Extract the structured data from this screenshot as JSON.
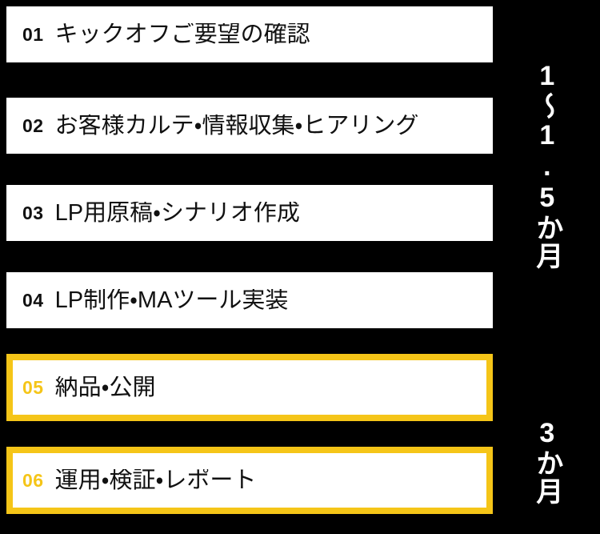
{
  "meta": {
    "background_color": "#000000",
    "card_color": "#ffffff",
    "accent_color": "#f5c518",
    "text_color": "#111111",
    "label_text_color": "#ffffff"
  },
  "steps": [
    {
      "number": "01",
      "title": "キックオフご要望の確認",
      "highlight": false
    },
    {
      "number": "02",
      "title": "お客様カルテ・情報収集・ヒアリング",
      "highlight": false
    },
    {
      "number": "03",
      "title": "LP用原稿・シナリオ作成",
      "highlight": false
    },
    {
      "number": "04",
      "title": "LP制作・MAツール実装",
      "highlight": false
    },
    {
      "number": "05",
      "title": "納品・公開",
      "highlight": true
    },
    {
      "number": "06",
      "title": "運用・検証・レポート",
      "highlight": true
    }
  ],
  "durations": [
    {
      "text": "1〜1.5か月",
      "covers": "01-04"
    },
    {
      "text": "3か月",
      "covers": "05-06"
    }
  ]
}
